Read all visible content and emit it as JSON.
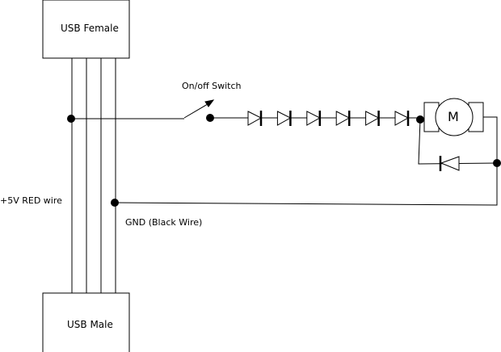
{
  "labels": {
    "usb_female": "USB Female",
    "usb_male": "USB Male",
    "switch": "On/off Switch",
    "red_wire": "+5V RED wire",
    "gnd_wire": "GND (Black Wire)",
    "motor": "M"
  },
  "diode_count": 6
}
